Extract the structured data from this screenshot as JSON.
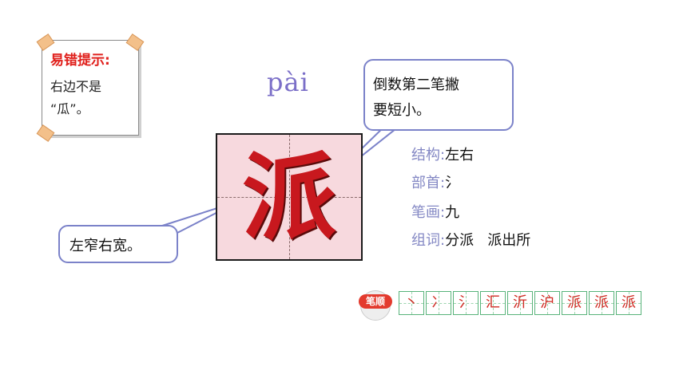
{
  "tip": {
    "title": "易错提示:",
    "line1": "右边不是",
    "line2": "“瓜”。"
  },
  "pinyin": "pài",
  "character": "派",
  "callouts": {
    "top_line1": "倒数第二笔撇",
    "top_line2": "要短小。",
    "left": "左窄右宽。"
  },
  "info": {
    "structure_label": "结构:",
    "structure_value": "左右",
    "radical_label": "部首:",
    "radical_value": "氵",
    "strokes_label": "笔画:",
    "strokes_value": "九",
    "words_label": "组词:",
    "words_value": "分派   派出所"
  },
  "stroke_order": {
    "badge": "笔顺",
    "steps": [
      "丶",
      "冫",
      "氵",
      "汇",
      "沂",
      "沪",
      "派",
      "派",
      "派"
    ]
  },
  "colors": {
    "accent_red": "#e0201c",
    "label_purple": "#8488c4",
    "grid_pink": "#f7d9de"
  }
}
